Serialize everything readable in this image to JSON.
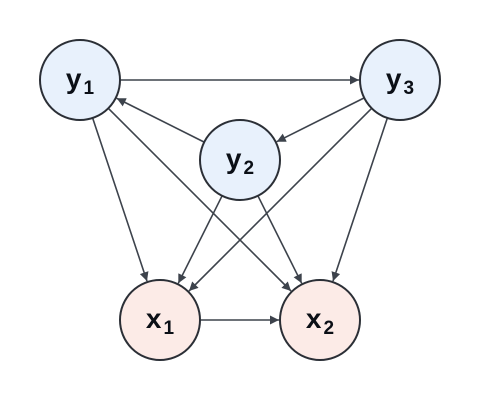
{
  "colors": {
    "y_fill": "#e8f1fc",
    "x_fill": "#fcebe7",
    "stroke": "#2b2f36",
    "edge": "#3d434c"
  },
  "nodes": [
    {
      "id": "y1",
      "base": "y",
      "sub": "1",
      "kind": "y"
    },
    {
      "id": "y2",
      "base": "y",
      "sub": "2",
      "kind": "y"
    },
    {
      "id": "y3",
      "base": "y",
      "sub": "3",
      "kind": "y"
    },
    {
      "id": "x1",
      "base": "x",
      "sub": "1",
      "kind": "x"
    },
    {
      "id": "x2",
      "base": "x",
      "sub": "2",
      "kind": "x"
    }
  ],
  "edges": [
    {
      "from": "y1",
      "to": "y3"
    },
    {
      "from": "y2",
      "to": "y1"
    },
    {
      "from": "y3",
      "to": "y2"
    },
    {
      "from": "y1",
      "to": "x1"
    },
    {
      "from": "y1",
      "to": "x2"
    },
    {
      "from": "y2",
      "to": "x1"
    },
    {
      "from": "y2",
      "to": "x2"
    },
    {
      "from": "y3",
      "to": "x1"
    },
    {
      "from": "y3",
      "to": "x2"
    },
    {
      "from": "x1",
      "to": "x2"
    }
  ]
}
